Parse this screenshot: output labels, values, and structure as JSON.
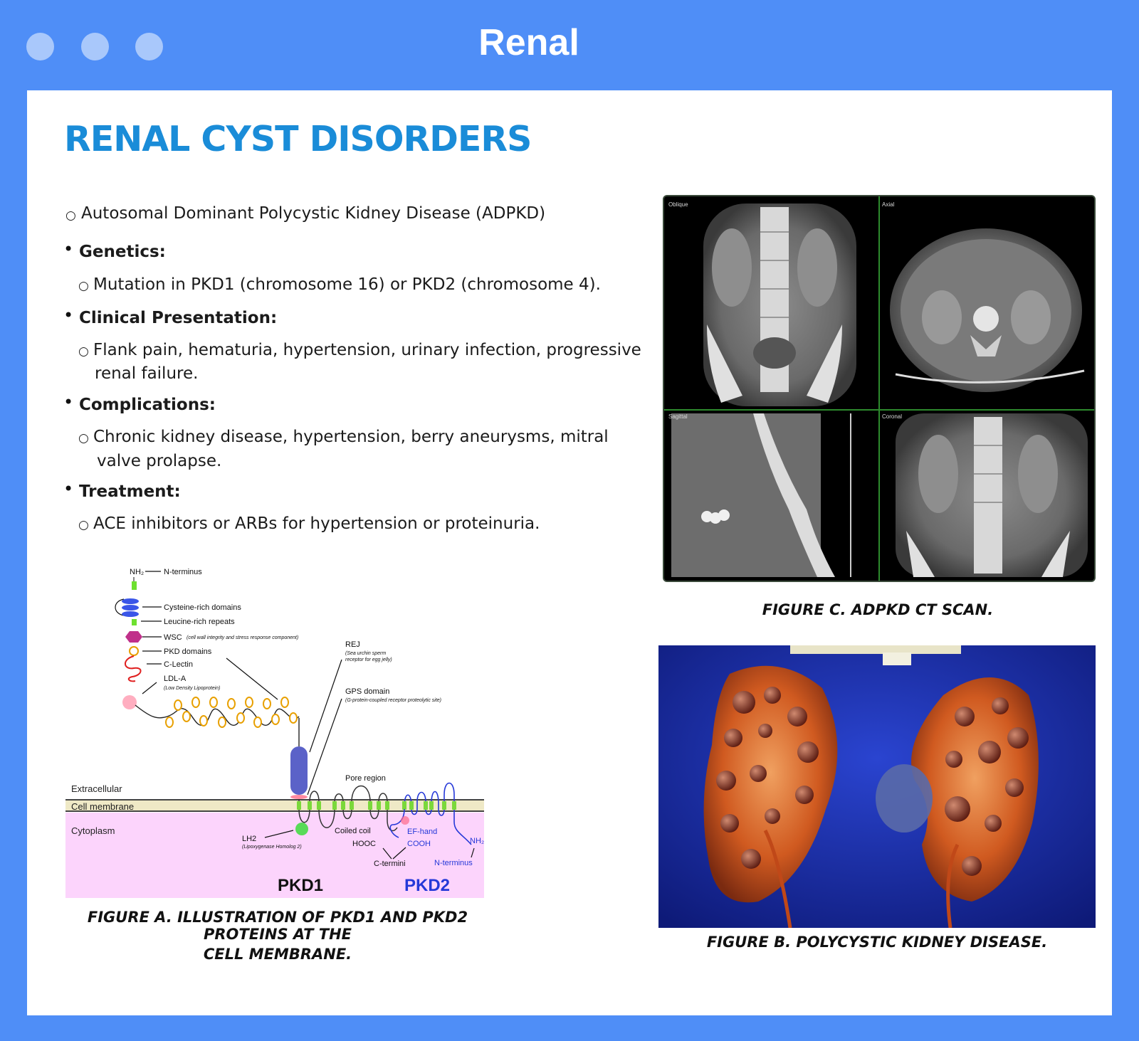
{
  "window": {
    "title": "Renal"
  },
  "page": {
    "heading": "RENAL CYST DISORDERS"
  },
  "content": {
    "intro": "Autosomal Dominant Polycystic Kidney Disease (ADPKD)",
    "sections": [
      {
        "title": "Genetics:",
        "lines": [
          "Mutation in PKD1 (chromosome 16) or PKD2 (chromosome 4)."
        ]
      },
      {
        "title": "Clinical Presentation:",
        "lines": [
          "Flank pain, hematuria, hypertension, urinary infection, progressive",
          "renal failure."
        ]
      },
      {
        "title": "Complications:",
        "lines": [
          "Chronic kidney disease, hypertension, berry aneurysms, mitral",
          "valve prolapse."
        ]
      },
      {
        "title": "Treatment:",
        "lines": [
          "ACE inhibitors or ARBs for hypertension or proteinuria."
        ]
      }
    ]
  },
  "figures": {
    "a": {
      "caption_line1": "FIGURE A. ILLUSTRATION OF PKD1 AND PKD2 PROTEINS AT THE",
      "caption_line2": "CELL MEMBRANE.",
      "labels": {
        "nterm": "N-terminus",
        "cys": "Cysteine-rich domains",
        "leu": "Leucine-rich repeats",
        "wsc": "WSC",
        "wsc_note": "(cell wall integrity and stress response component)",
        "pkd": "PKD domains",
        "clectin": "C-Lectin",
        "ldla": "LDL-A",
        "ldla_note": "(Low Density Lipoprotein)",
        "rej": "REJ",
        "rej_note1": "(Sea urchin sperm",
        "rej_note2": "receptor for egg jelly)",
        "gps": "GPS domain",
        "gps_note": "(G-protein-coupled receptor proteolytic site)",
        "pore": "Pore region",
        "extracellular": "Extracellular",
        "membrane": "Cell membrane",
        "cytoplasm": "Cytoplasm",
        "lh2": "LH2",
        "lh2_note": "(Lipoxygenase Homolog 2)",
        "coiled": "Coiled coil",
        "hooc": "HOOC",
        "cooh": "COOH",
        "efhand": "EF-hand",
        "cterm": "C-termini",
        "nterm2": "N-terminus",
        "pkd1": "PKD1",
        "pkd2": "PKD2"
      }
    },
    "b": {
      "caption": "FIGURE B. POLYCYSTIC KIDNEY DISEASE."
    },
    "c": {
      "caption": "FIGURE C. ADPKD CT SCAN.",
      "panels": [
        "Oblique",
        "Axial",
        "Sagittal",
        "Coronal"
      ]
    }
  }
}
